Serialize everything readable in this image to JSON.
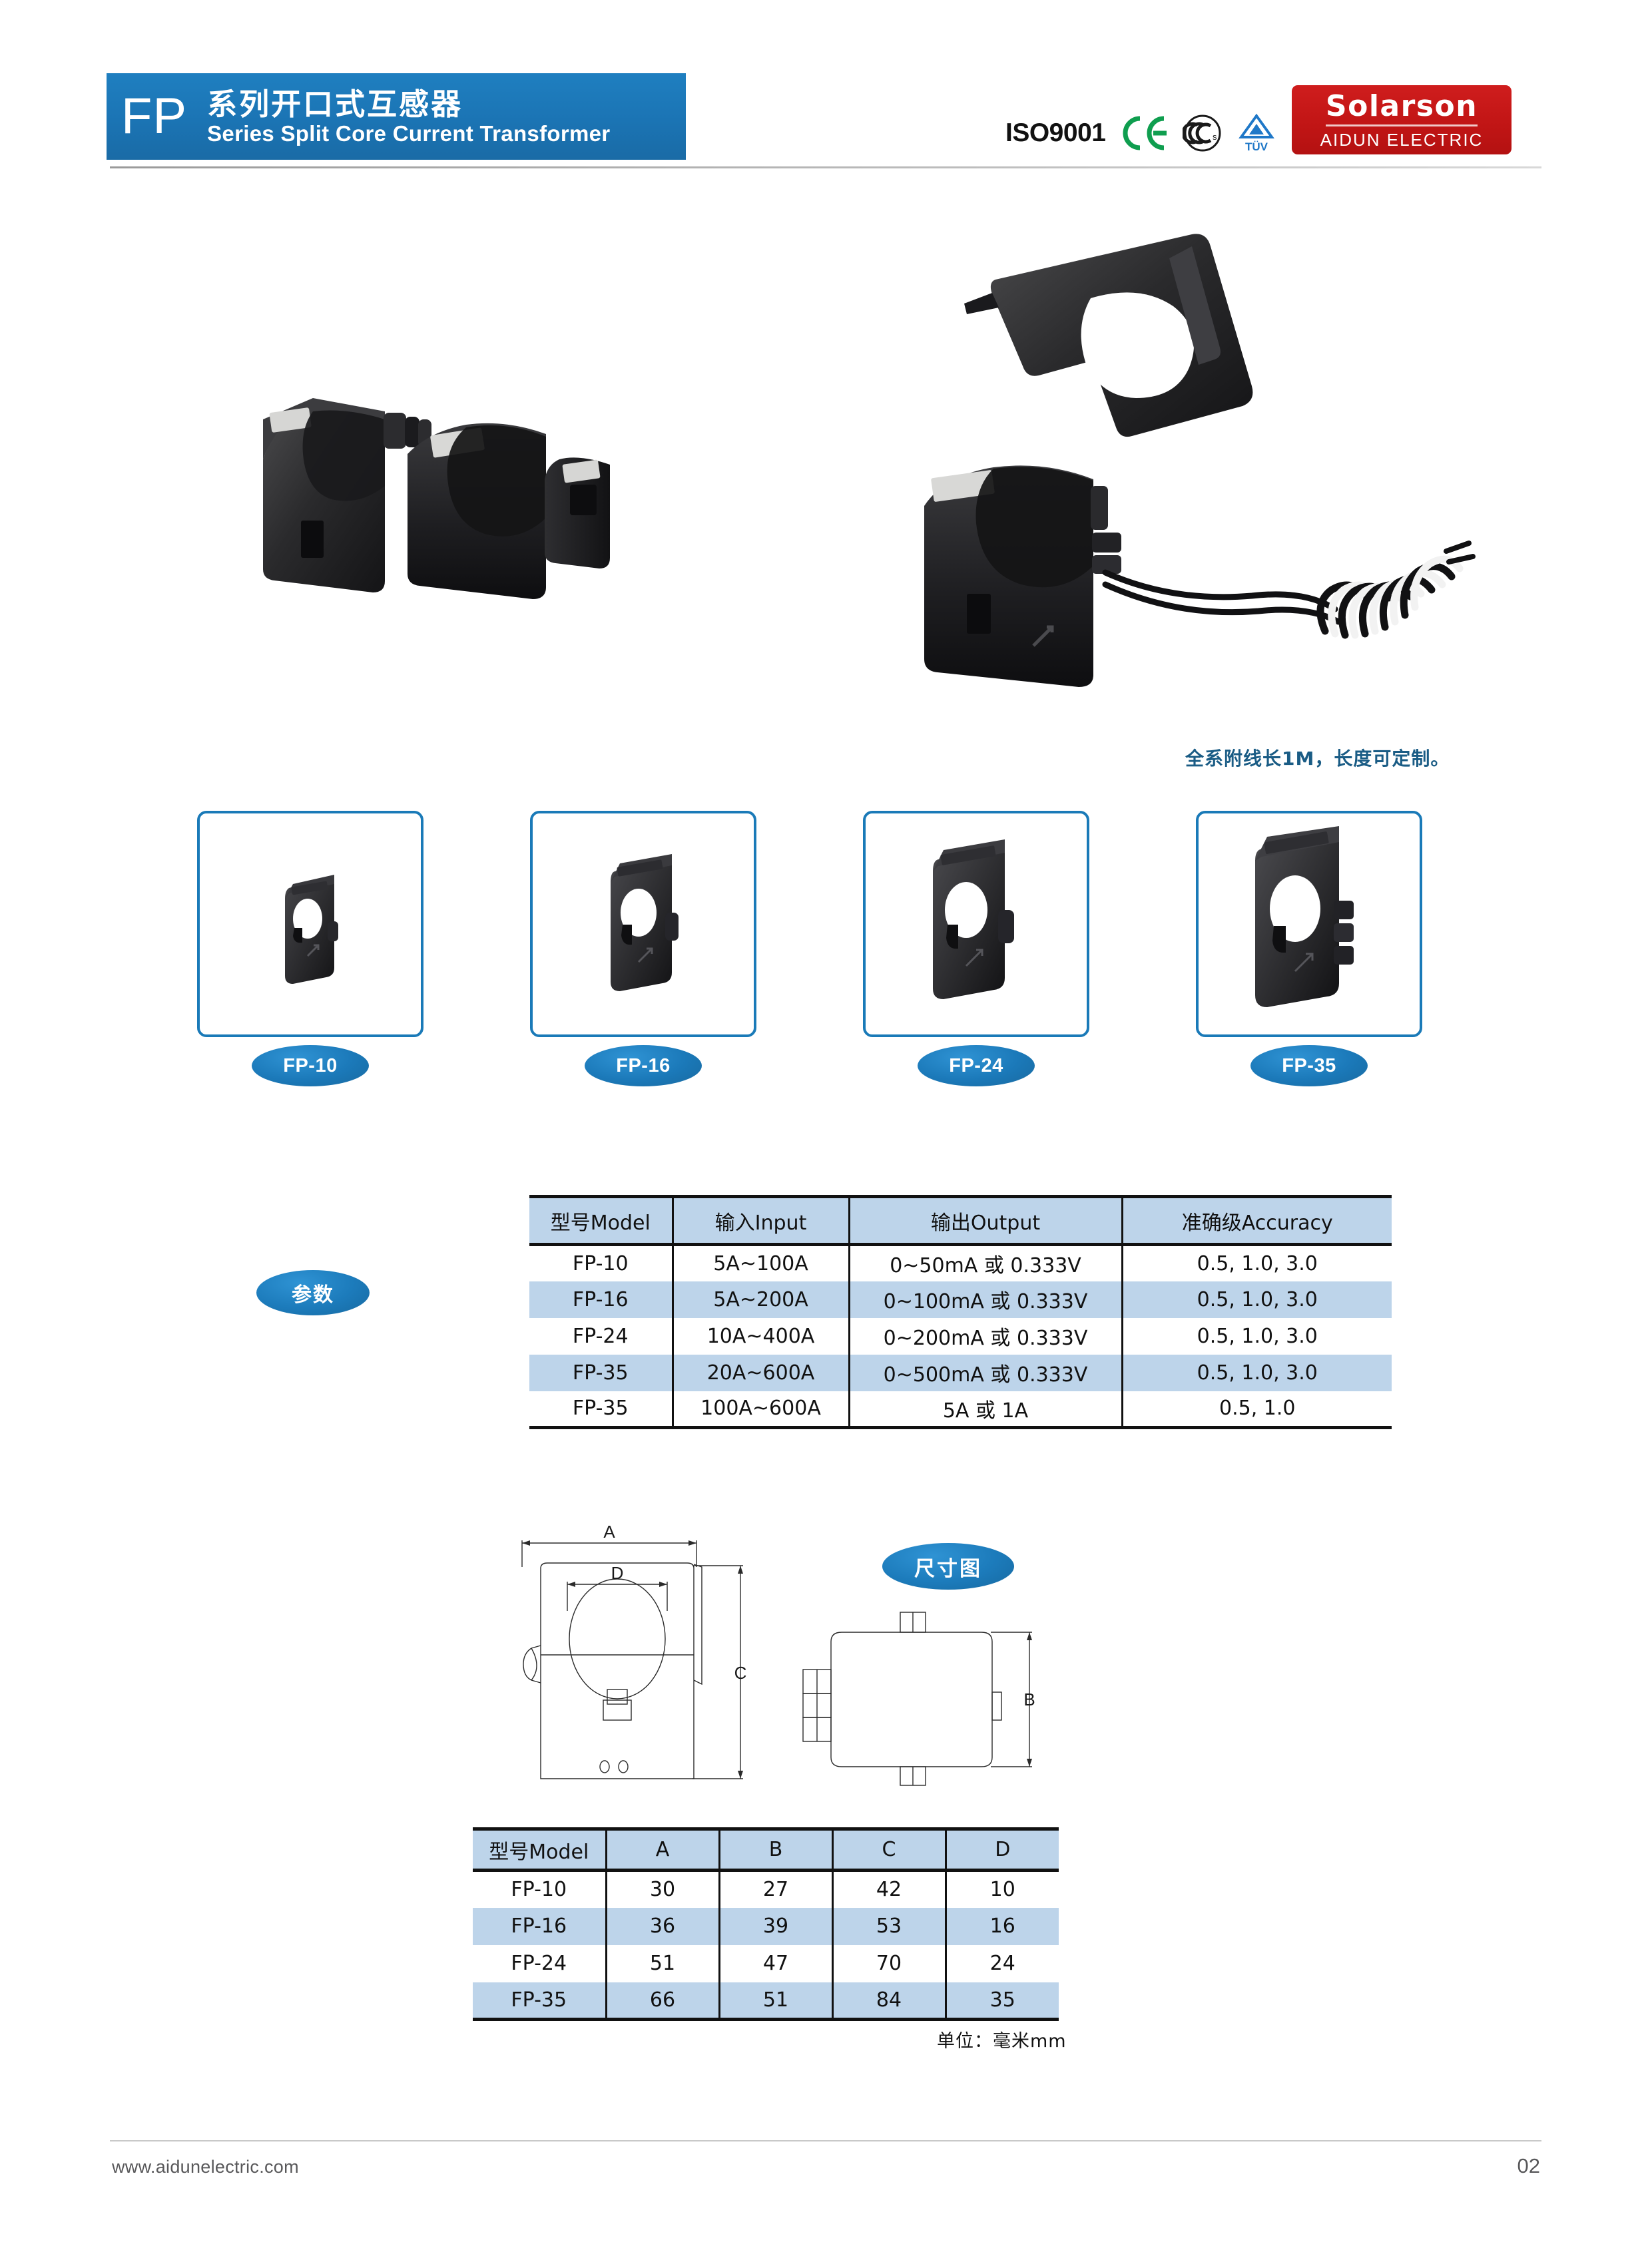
{
  "header": {
    "series_code": "FP",
    "title_cn": "系列开口式互感器",
    "title_en": "Series Split Core Current Transformer",
    "certifications": [
      {
        "name": "iso9001-mark",
        "label": "ISO9001"
      },
      {
        "name": "ce-mark",
        "label": "CE"
      },
      {
        "name": "ccc-mark",
        "label": "CCC"
      },
      {
        "name": "tuv-mark",
        "label": "TÜV"
      }
    ],
    "logo": {
      "brand": "Solarson",
      "company": "AIDUN ELECTRIC"
    }
  },
  "hero": {
    "photo_left_alt": "split-core-current-transformer-open-pair",
    "photo_right_alt": "split-core-current-transformer-with-coiled-lead-wire"
  },
  "cable_note": "全系附线长1M，长度可定制。",
  "thumbnails": [
    {
      "label": "FP-10",
      "alt": "fp-10-product-photo"
    },
    {
      "label": "FP-16",
      "alt": "fp-16-product-photo"
    },
    {
      "label": "FP-24",
      "alt": "fp-24-product-photo"
    },
    {
      "label": "FP-35",
      "alt": "fp-35-product-photo"
    }
  ],
  "badges": {
    "parameters": "参数",
    "dimensions": "尺寸图"
  },
  "spec_table": {
    "headers": [
      "型号Model",
      "输入Input",
      "输出Output",
      "准确级Accuracy"
    ],
    "rows": [
      [
        "FP-10",
        "5A~100A",
        "0~50mA 或 0.333V",
        "0.5, 1.0, 3.0"
      ],
      [
        "FP-16",
        "5A~200A",
        "0~100mA 或 0.333V",
        "0.5, 1.0, 3.0"
      ],
      [
        "FP-24",
        "10A~400A",
        "0~200mA 或 0.333V",
        "0.5, 1.0, 3.0"
      ],
      [
        "FP-35",
        "20A~600A",
        "0~500mA 或 0.333V",
        "0.5, 1.0, 3.0"
      ],
      [
        "FP-35",
        "100A~600A",
        "5A 或 1A",
        "0.5, 1.0"
      ]
    ]
  },
  "drawing": {
    "labels": {
      "a": "A",
      "b": "B",
      "c": "C",
      "d": "D"
    }
  },
  "dim_table": {
    "headers": [
      "型号Model",
      "A",
      "B",
      "C",
      "D"
    ],
    "rows": [
      [
        "FP-10",
        "30",
        "27",
        "42",
        "10"
      ],
      [
        "FP-16",
        "36",
        "39",
        "53",
        "16"
      ],
      [
        "FP-24",
        "51",
        "47",
        "70",
        "24"
      ],
      [
        "FP-35",
        "66",
        "51",
        "84",
        "35"
      ]
    ]
  },
  "unit_note": "单位：毫米mm",
  "footer": {
    "url": "www.aidunelectric.com",
    "page": "02"
  },
  "colors": {
    "brand_blue": "#1b79b9",
    "logo_red": "#c31616",
    "table_header_blue": "#bdd4ea",
    "note_blue": "#1a5c85"
  }
}
